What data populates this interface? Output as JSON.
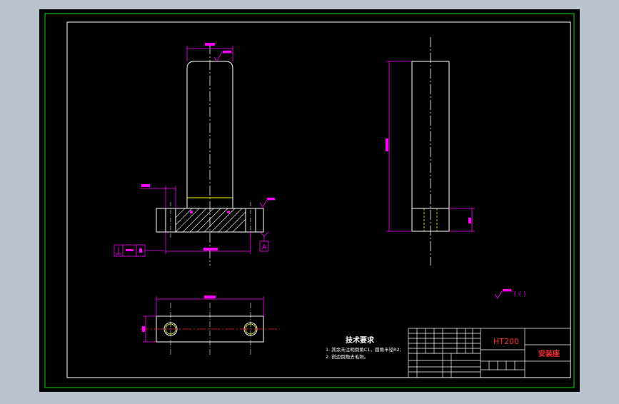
{
  "colors": {
    "background": "#b9c3cf",
    "canvas": "#000000",
    "outer_border": "#00e000",
    "line": "#ffffff",
    "dimension": "#ff00ff",
    "centerline": "#ffffff",
    "hatch": "#ffffff",
    "hidden": "#ffff00",
    "red": "#ff2020",
    "title_text": "#ff3030"
  },
  "drawing": {
    "tech_requirements": {
      "heading": "技术要求",
      "line1": "1. 其余未注明倒角C1，圆角半径R2;",
      "line2": "2. 锐边倒角去毛刺。"
    },
    "material": "HT200",
    "part_name": "安装座",
    "finish_symbol_text": "(  √  )",
    "datum_label": "A"
  }
}
